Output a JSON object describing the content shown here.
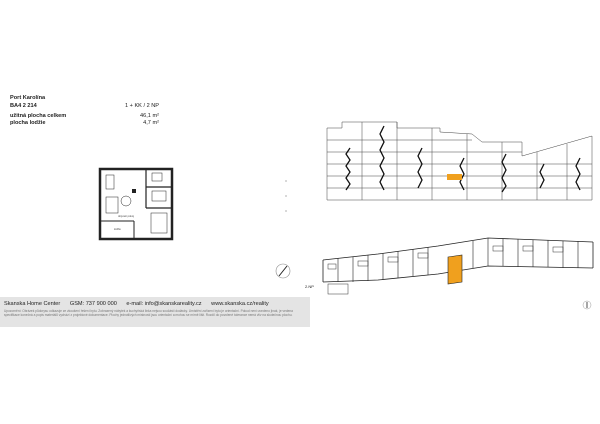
{
  "project": "Port Karolína",
  "unit_code": "BA4 2 214",
  "layout": "1 + KK / 2 NP",
  "areas": [
    {
      "label": "užitná plocha celkem",
      "value": "46,1 m²"
    },
    {
      "label": "plocha lodžie",
      "value": "4,7 m²"
    }
  ],
  "floor_label": "2.NP",
  "footer": {
    "center": "Skanska Home Center",
    "phone": "GSM: 737 900 000",
    "email": "e-mail: info@skanskareality.cz",
    "web": "www.skanska.cz/reality",
    "disclaimer": "Upozornění: Obrázek půdorysu odkazuje ze zkoušení řešení bytu. Zobrazený nábytek a kuchyňská linka nejsou součástí dodávky. Umístění zařízení bytu je orientační. Pokud není uvedeno jinak, je vedena specifikace konečná a popis materiálů vychází z projektové dokumentace. Plochy jednotlivých místností jsou orientační a mohou se mírně lišit. Rozdíl do povolené tolerance nemá vliv na skutečnou plochu."
  },
  "colors": {
    "highlight": "#f0a01e",
    "footer_bg": "#e4e4e4"
  },
  "icons": [
    "compass-icon",
    "north-arrow-icon"
  ]
}
